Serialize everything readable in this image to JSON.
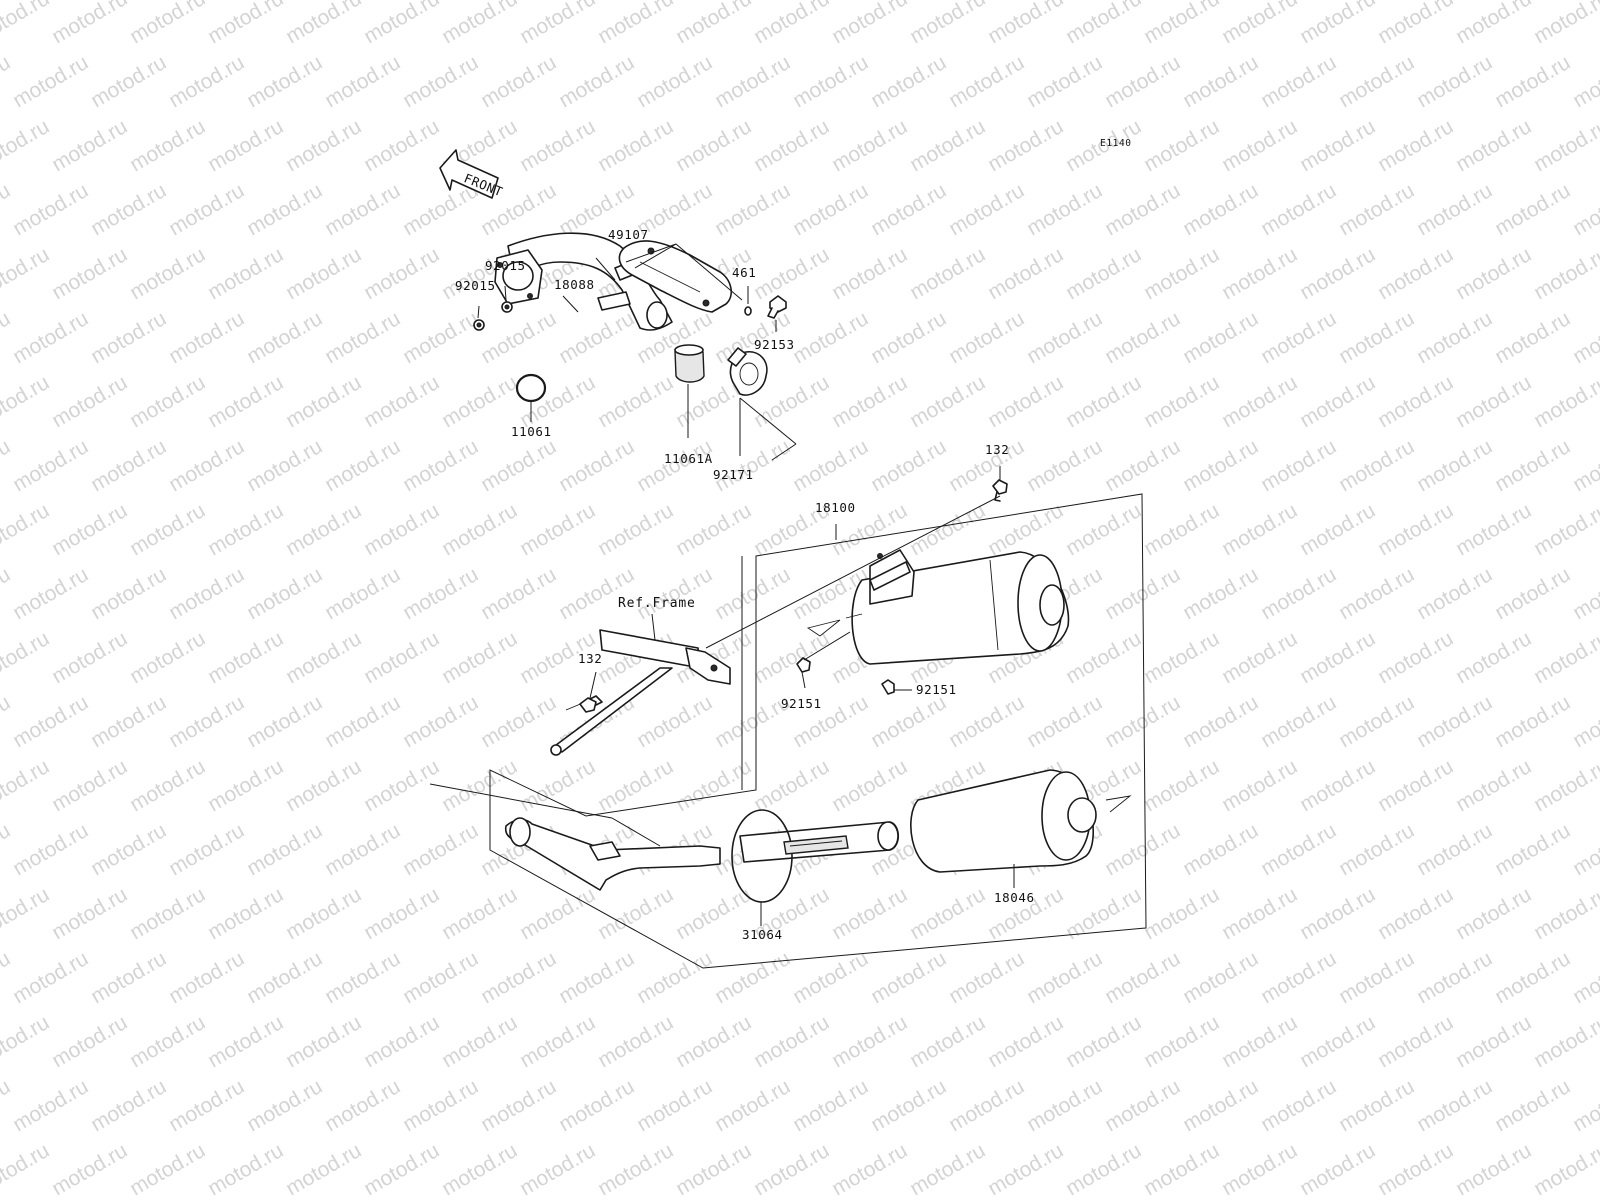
{
  "diagram_code": "E1140",
  "front_marker": "FRONT",
  "watermark": "motod.ru",
  "parts": {
    "exhaust_pipe": "18088",
    "heat_guard": "49107",
    "washer": "461",
    "guard_bolt": "92153",
    "nut_upper": "92015",
    "nut_lower": "92015",
    "gasket_port": "11061",
    "gasket_joint": "11061A",
    "clamp": "92171",
    "muffler_assy": "18100",
    "bolt_frame_top": "132",
    "frame_ref": "Ref.Frame",
    "bolt_frame_left": "132",
    "bolt_muffler_left": "92151",
    "bolt_muffler_right": "92151",
    "baffle": "31064",
    "silencer_body": "18046"
  }
}
